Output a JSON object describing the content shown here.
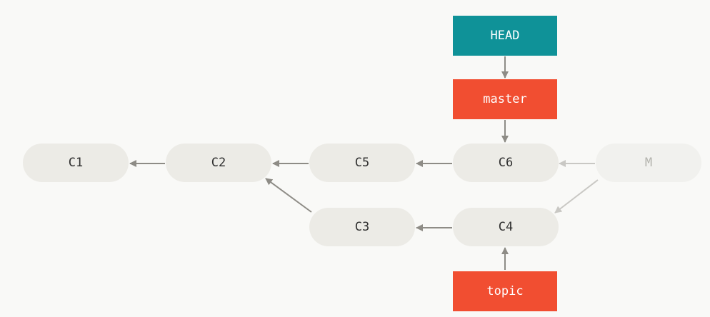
{
  "commits": {
    "c1": "C1",
    "c2": "C2",
    "c3": "C3",
    "c4": "C4",
    "c5": "C5",
    "c6": "C6",
    "m": "M"
  },
  "refs": {
    "head": "HEAD",
    "master": "master",
    "topic": "topic"
  },
  "colors": {
    "background": "#f9f9f7",
    "commit_fill": "#ecebe6",
    "ghost_commit_fill": "#f1f1ee",
    "ghost_text": "#b3b3ad",
    "head_ref": "#0f9298",
    "branch_ref": "#f14e31",
    "arrow": "#8e8c86",
    "ghost_arrow": "#c9c8c4"
  }
}
